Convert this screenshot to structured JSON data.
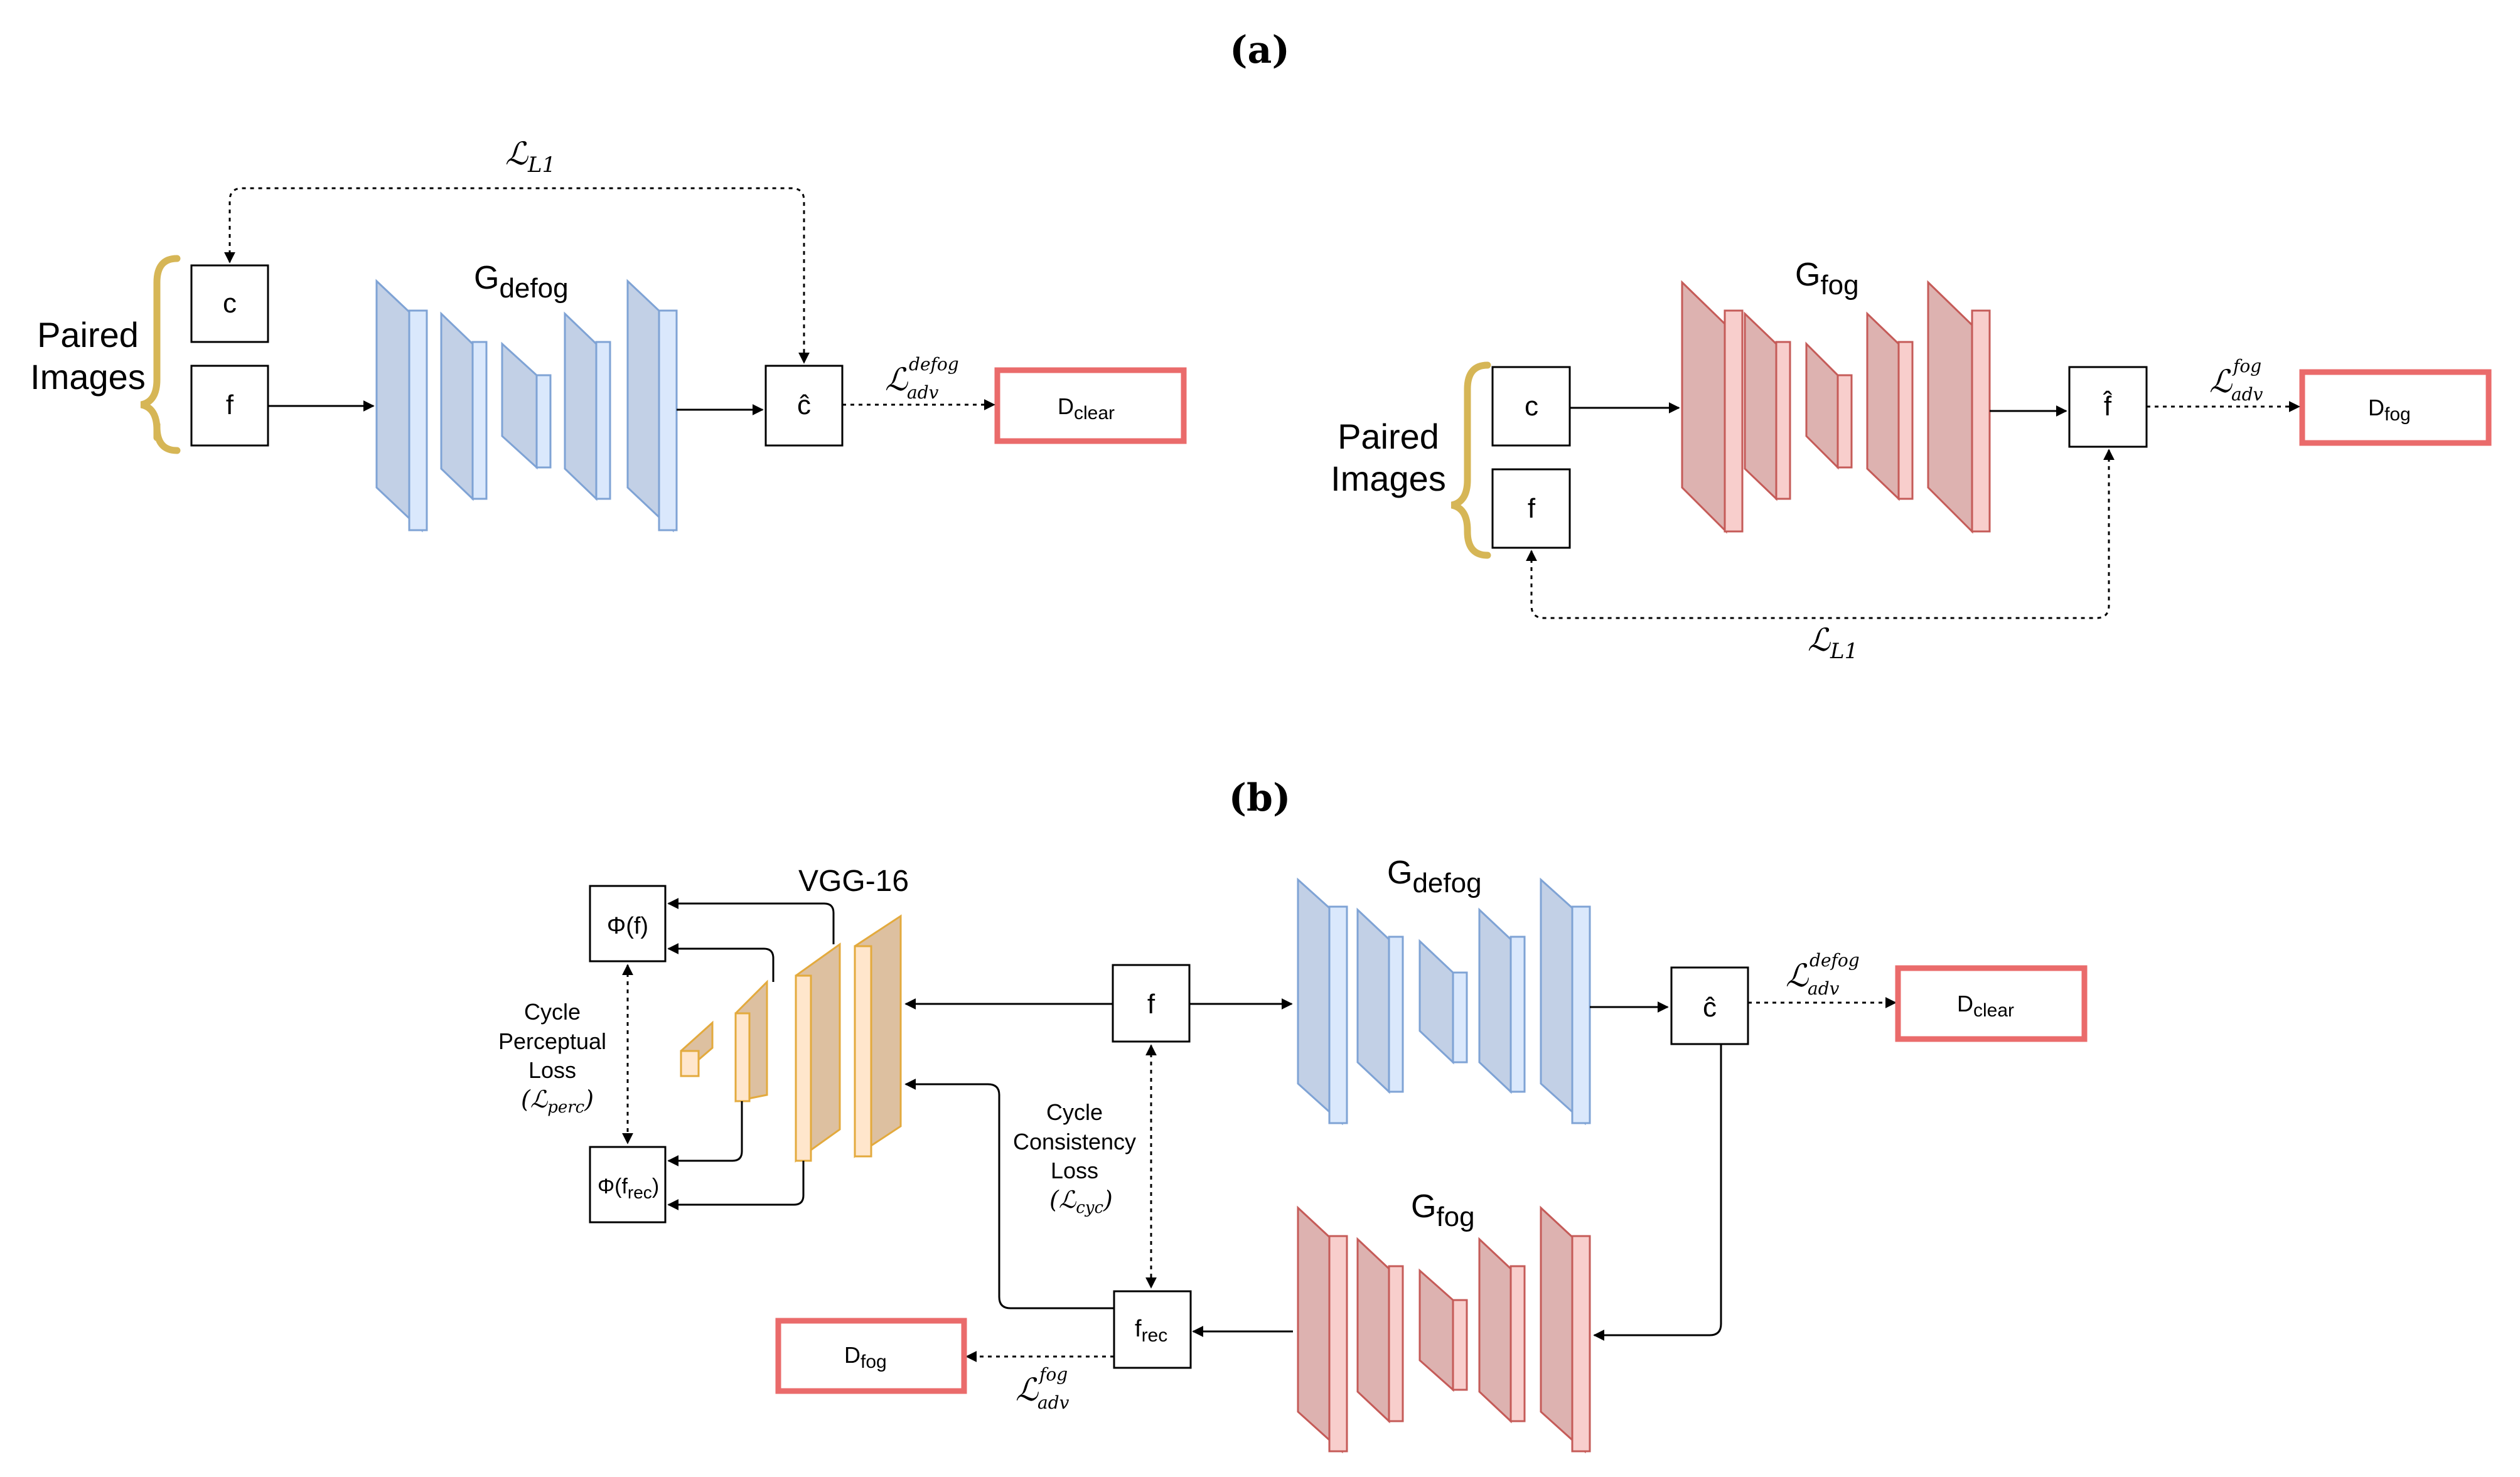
{
  "panels": {
    "a": {
      "label": "(a)",
      "defog": {
        "paired_label_1": "Paired",
        "paired_label_2": "Images",
        "clear_input": "c",
        "fog_input": "f",
        "generator_name": "G",
        "generator_sub": "defog",
        "output": "ĉ",
        "discriminator_name": "D",
        "discriminator_sub": "clear",
        "l1_loss": "ℒ",
        "l1_loss_sub": "L1",
        "adv_loss": "ℒ",
        "adv_loss_sup": "defog",
        "adv_loss_sub": "adv"
      },
      "fog": {
        "paired_label_1": "Paired",
        "paired_label_2": "Images",
        "clear_input": "c",
        "fog_input": "f",
        "generator_name": "G",
        "generator_sub": "fog",
        "output": "f̂",
        "discriminator_name": "D",
        "discriminator_sub": "fog",
        "l1_loss": "ℒ",
        "l1_loss_sub": "L1",
        "adv_loss": "ℒ",
        "adv_loss_sup": "fog",
        "adv_loss_sub": "adv"
      }
    },
    "b": {
      "label": "(b)",
      "vgg_label": "VGG-16",
      "phi_f": "Φ(f)",
      "phi_frec_main": "Φ(f",
      "phi_frec_sub": "rec",
      "phi_frec_close": ")",
      "perc_loss_1": "Cycle",
      "perc_loss_2": "Perceptual",
      "perc_loss_3": "Loss",
      "perc_loss_sym": "ℒ",
      "perc_loss_sub": "perc",
      "cyc_loss_1": "Cycle",
      "cyc_loss_2": "Consistency",
      "cyc_loss_3": "Loss",
      "cyc_loss_sym": "ℒ",
      "cyc_loss_sub": "cyc",
      "fog_input": "f",
      "defog_name": "G",
      "defog_sub": "defog",
      "clear_output": "ĉ",
      "clear_disc_name": "D",
      "clear_disc_sub": "clear",
      "clear_adv": "ℒ",
      "clear_adv_sup": "defog",
      "clear_adv_sub": "adv",
      "fog_gen_name": "G",
      "fog_gen_sub": "fog",
      "recon_main": "f",
      "recon_sub": "rec",
      "fog_disc_name": "D",
      "fog_disc_sub": "fog",
      "fog_adv": "ℒ",
      "fog_adv_sup": "fog",
      "fog_adv_sub": "adv"
    }
  },
  "colors": {
    "defog_front": "#dae8fc",
    "defog_side": "#c2d0e6",
    "defog_stroke": "#7fa3d5",
    "fog_front": "#f8cecc",
    "fog_side": "#ddb2b0",
    "fog_stroke": "#c55b58",
    "vgg_front": "#ffe6cc",
    "vgg_side": "#ddc0a0",
    "vgg_stroke": "#e3aa3d",
    "brace": "#d6b656",
    "discriminator_border": "#ea6b6b"
  }
}
